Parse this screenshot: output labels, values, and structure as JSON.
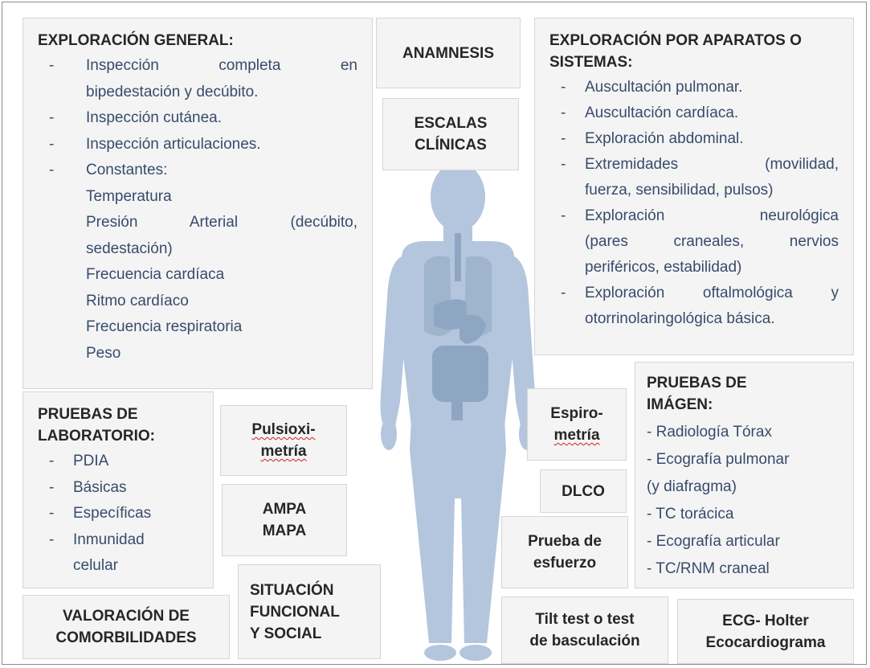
{
  "general": {
    "title": "EXPLORACIÓN GENERAL:",
    "items": [
      {
        "dash": "-",
        "lines": [
          "Inspección completa en",
          "bipedestación y decúbito."
        ]
      },
      {
        "dash": "-",
        "lines": [
          "Inspección cutánea."
        ]
      },
      {
        "dash": "-",
        "lines": [
          "Inspección articulaciones."
        ]
      },
      {
        "dash": "-",
        "lines": [
          "Constantes:",
          "Temperatura",
          "Presión Arterial (decúbito,",
          "sedestación)",
          "Frecuencia cardíaca",
          "Ritmo cardíaco",
          "Frecuencia respiratoria",
          "Peso"
        ]
      }
    ]
  },
  "anamnesis": "ANAMNESIS",
  "escalas": [
    "ESCALAS",
    "CLÍNICAS"
  ],
  "aparatos": {
    "title": [
      "EXPLORACIÓN POR APARATOS O",
      "SISTEMAS:"
    ],
    "items": [
      {
        "dash": "-",
        "lines": [
          "Auscultación pulmonar."
        ]
      },
      {
        "dash": "-",
        "lines": [
          "Auscultación cardíaca."
        ]
      },
      {
        "dash": "-",
        "lines": [
          "Exploración abdominal."
        ]
      },
      {
        "dash": "-",
        "lines": [
          "Extremidades (movilidad,",
          "fuerza, sensibilidad, pulsos)"
        ]
      },
      {
        "dash": "-",
        "lines": [
          "Exploración neurológica",
          "(pares craneales, nervios",
          "periféricos, estabilidad)"
        ]
      },
      {
        "dash": "-",
        "lines": [
          "Exploración oftalmológica y",
          "otorrinolaringológica básica."
        ]
      }
    ]
  },
  "laboratorio": {
    "title": [
      "PRUEBAS DE",
      "LABORATORIO:"
    ],
    "items": [
      {
        "dash": "-",
        "lines": [
          "PDIA"
        ]
      },
      {
        "dash": "-",
        "lines": [
          "Básicas"
        ]
      },
      {
        "dash": "-",
        "lines": [
          "Específicas"
        ]
      },
      {
        "dash": "-",
        "lines": [
          "Inmunidad",
          "celular"
        ]
      }
    ]
  },
  "pulsioximetria": [
    "Pulsioxi-",
    "metría"
  ],
  "ampa": [
    "AMPA",
    "MAPA"
  ],
  "situacion": [
    "SITUACIÓN",
    "FUNCIONAL",
    "Y SOCIAL"
  ],
  "comorbilidades": [
    "VALORACIÓN DE",
    "COMORBILIDADES"
  ],
  "espirometria": [
    "Espiro-",
    "metría"
  ],
  "dlco": "DLCO",
  "esfuerzo": [
    "Prueba de",
    "esfuerzo"
  ],
  "tilt": [
    "Tilt test o test",
    "de basculación"
  ],
  "ecg": [
    "ECG- Holter",
    "Ecocardiograma"
  ],
  "imagen": {
    "title": [
      "PRUEBAS DE",
      "IMÁGEN:"
    ],
    "items": [
      "- Radiología Tórax",
      "- Ecografía pulmonar",
      "(y diafragma)",
      "- TC torácica",
      "- Ecografía articular",
      "- TC/RNM craneal"
    ]
  },
  "colors": {
    "box_bg": "#f4f4f4",
    "text_blue": "#384b6b",
    "body_fill": "#b3c6dd",
    "organ": "#8ea6c2"
  }
}
